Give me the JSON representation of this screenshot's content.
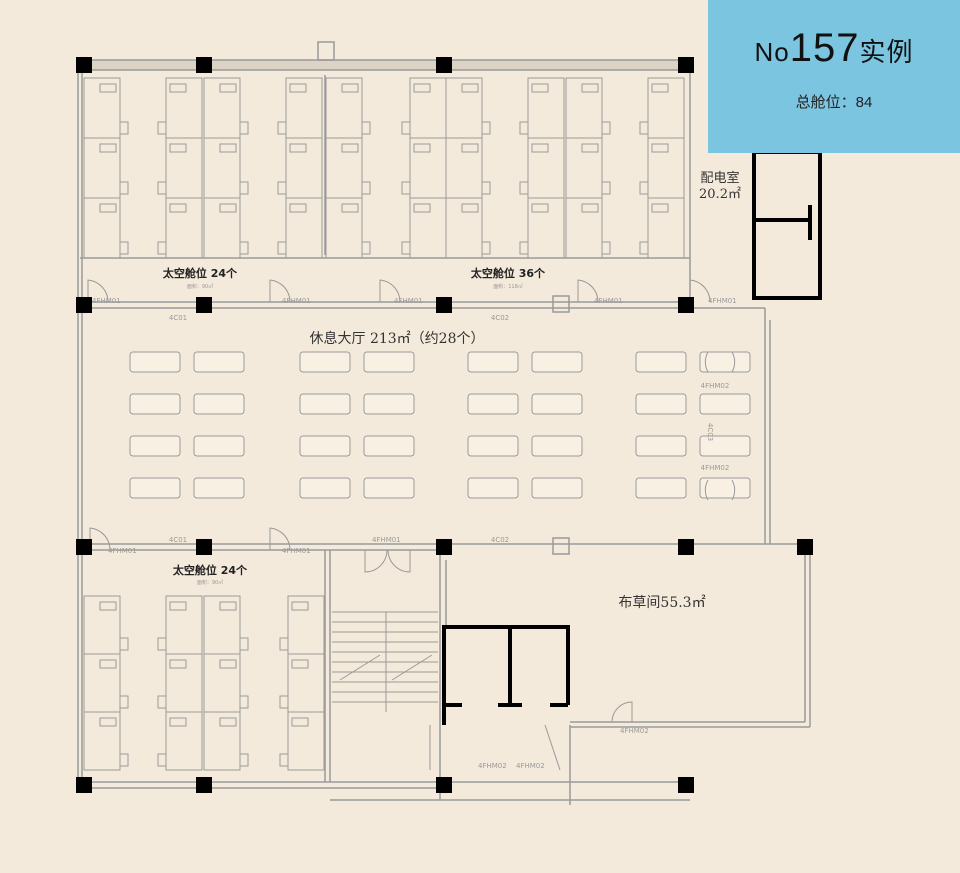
{
  "badge": {
    "prefix": "No",
    "number": "157",
    "suffix": "实例",
    "total_label": "总舱位：84"
  },
  "rooms": {
    "pods_top_left": {
      "name": "太空舱位 24个",
      "area": "面积：90㎡"
    },
    "pods_top_right": {
      "name": "太空舱位 36个",
      "area": "面积：118㎡"
    },
    "pods_bottom_left": {
      "name": "太空舱位 24个",
      "area": "面积：90㎡"
    },
    "lounge": {
      "name": "休息大厅 213㎡（约28个）"
    },
    "linen": {
      "name": "布草间55.3㎡"
    },
    "electrical": {
      "name": "配电室",
      "area": "20.2㎡"
    }
  },
  "door_codes": {
    "d1": "4FHM01",
    "d2": "4FHM02",
    "d3": "4C01",
    "d4": "4C02",
    "d5": "4C03"
  },
  "colors": {
    "background": "#f4eadb",
    "badge": "#7cc5e0",
    "wall": "#999999",
    "column": "#000000"
  }
}
